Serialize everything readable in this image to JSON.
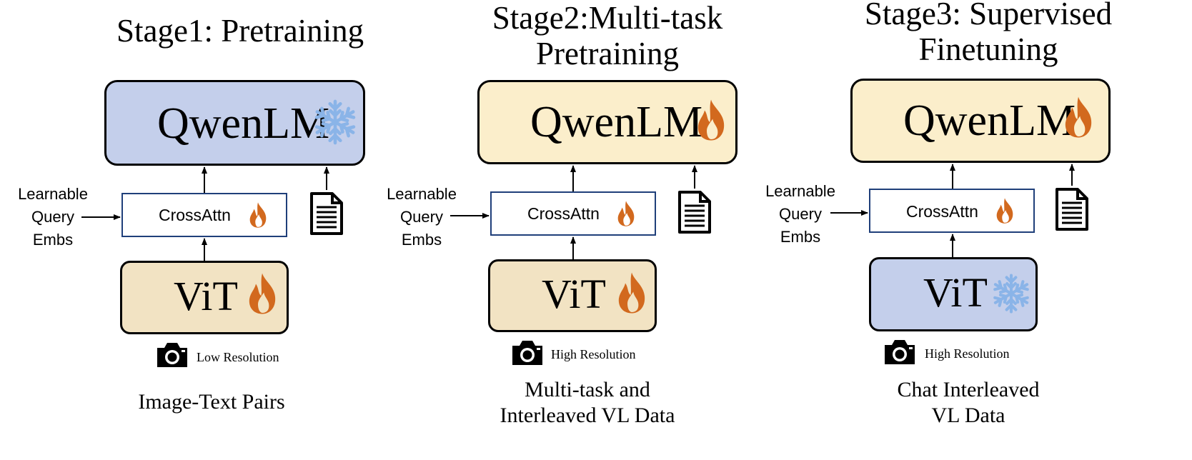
{
  "colors": {
    "frozen_fill": "#c4cfeb",
    "lm_trainable_fill": "#fbeecb",
    "vit_trainable_fill": "#f2e3c3",
    "crossattn_border": "#1f3f7a",
    "flame": "#d2691e",
    "snowflake": "#8ab4e8"
  },
  "stages": [
    {
      "title_lines": [
        "Stage1: Pretraining"
      ],
      "lm_label": "QwenLM",
      "lm_icon": "snowflake-icon",
      "crossattn_label": "CrossAttn",
      "crossattn_icon": "flame-icon",
      "vit_label": "ViT",
      "vit_icon": "flame-icon",
      "query_lines": [
        "Learnable",
        "Query",
        "Embs"
      ],
      "resolution": "Low Resolution",
      "data_lines": [
        "Image-Text Pairs"
      ]
    },
    {
      "title_lines": [
        "Stage2:Multi-task",
        "Pretraining"
      ],
      "lm_label": "QwenLM",
      "lm_icon": "flame-icon",
      "crossattn_label": "CrossAttn",
      "crossattn_icon": "flame-icon",
      "vit_label": "ViT",
      "vit_icon": "flame-icon",
      "query_lines": [
        "Learnable",
        "Query",
        "Embs"
      ],
      "resolution": "High Resolution",
      "data_lines": [
        "Multi-task and",
        "Interleaved VL Data"
      ]
    },
    {
      "title_lines": [
        "Stage3: Supervised",
        "Finetuning"
      ],
      "lm_label": "QwenLM",
      "lm_icon": "flame-icon",
      "crossattn_label": "CrossAttn",
      "crossattn_icon": "flame-icon",
      "vit_label": "ViT",
      "vit_icon": "snowflake-icon",
      "query_lines": [
        "Learnable",
        "Query",
        "Embs"
      ],
      "resolution": "High Resolution",
      "data_lines": [
        "Chat Interleaved",
        "VL Data"
      ]
    }
  ]
}
